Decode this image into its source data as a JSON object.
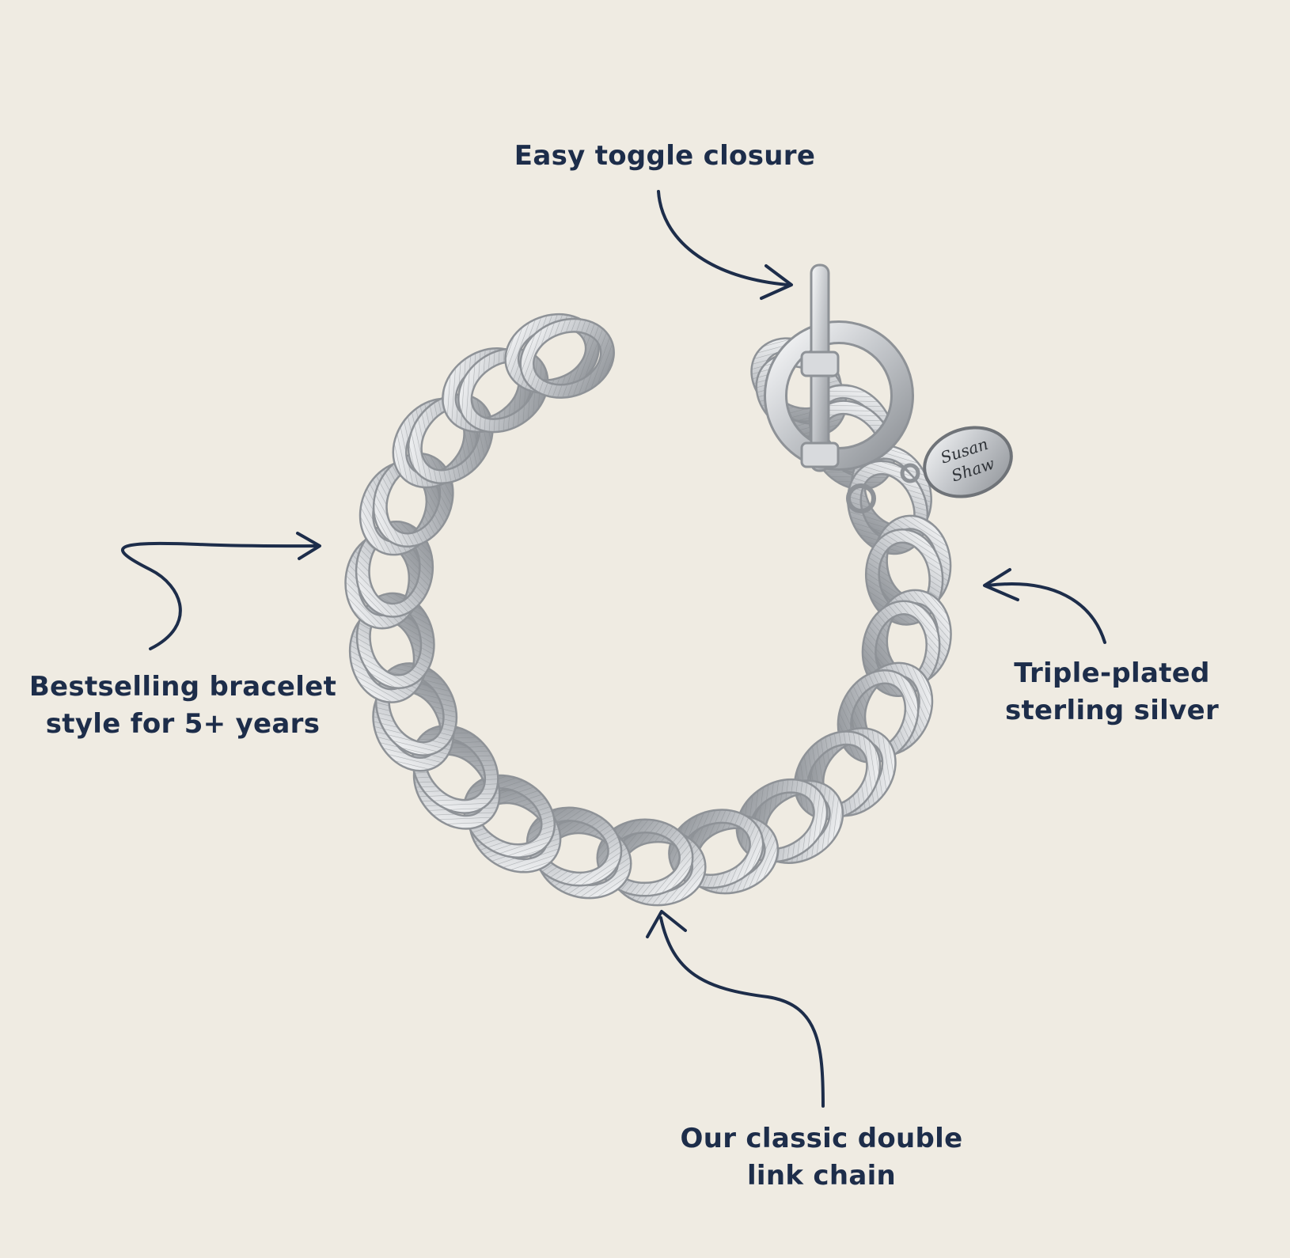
{
  "callouts": {
    "toggle": {
      "line1": "Easy toggle closure"
    },
    "bestselling": {
      "line1": "Bestselling bracelet",
      "line2": "style for 5+ years"
    },
    "plated": {
      "line1": "Triple-plated",
      "line2": "sterling silver"
    },
    "chain": {
      "line1": "Our classic double",
      "line2": "link chain"
    }
  },
  "charm": {
    "line1": "Susan",
    "line2": "Shaw"
  },
  "colors": {
    "background": "#efebe2",
    "text": "#1d2d4a",
    "arrow": "#1d2d4a",
    "silver": "#b9bcc0"
  }
}
